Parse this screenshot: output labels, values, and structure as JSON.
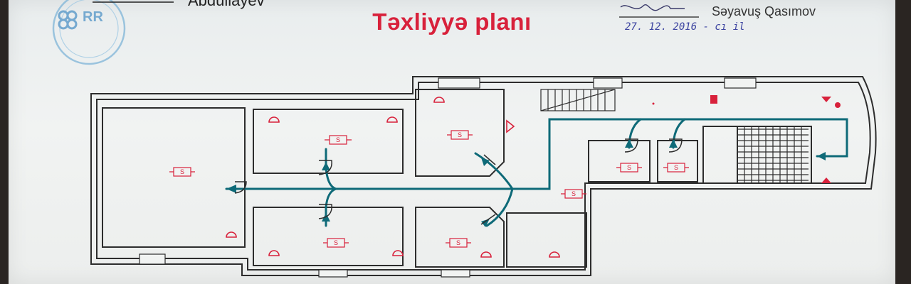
{
  "header": {
    "title": "Təxliyyə planı",
    "left_name": "Abdullayev",
    "signatory_name": "Səyavuş Qasımov",
    "signature_date": "27. 12. 2016 - cı il"
  },
  "plan": {
    "sign_letter": "S"
  },
  "colors": {
    "title": "#d8213b",
    "wall": "#2d2d2d",
    "route": "#0e6a78",
    "symbol": "#d8213b",
    "stamp": "#7fb5d8"
  }
}
